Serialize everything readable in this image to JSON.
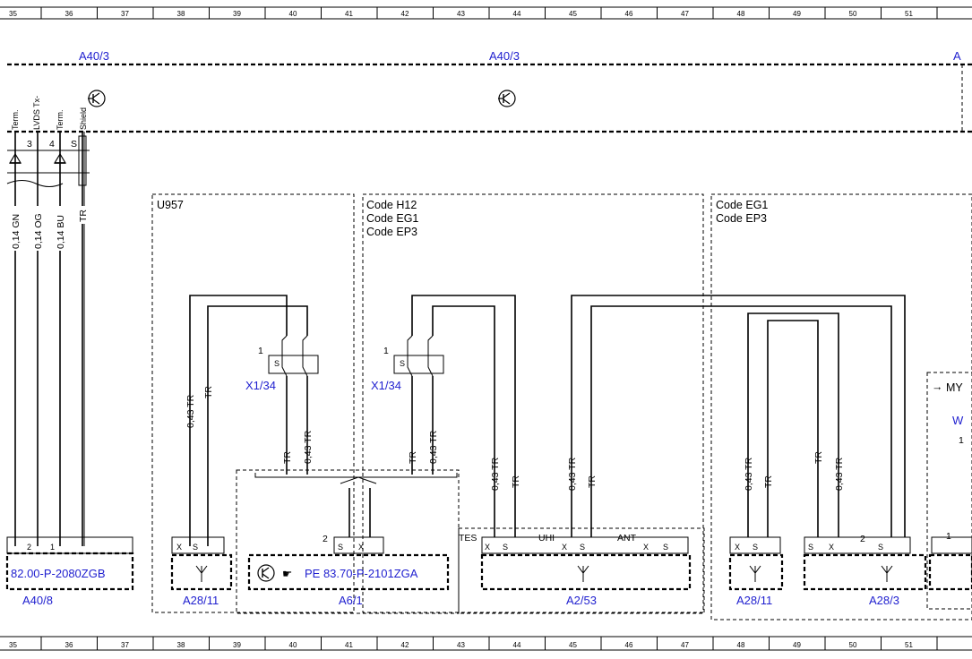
{
  "ruler": {
    "columns": [
      "35",
      "36",
      "37",
      "38",
      "39",
      "40",
      "41",
      "42",
      "43",
      "44",
      "45",
      "46",
      "47",
      "48",
      "49",
      "50",
      "51"
    ]
  },
  "modules": {
    "top_left": "A40/3",
    "top_middle": "A40/3",
    "top_right_partial": "A"
  },
  "a40_3_pins": {
    "labels": [
      "Term.",
      "LVDS Tx-",
      "Term.",
      "Shield"
    ],
    "numbers": [
      "3",
      "4",
      "S"
    ]
  },
  "left_wires": [
    "0,14 GN",
    "0,14 OG",
    "0,14 BU",
    "TR"
  ],
  "codes": {
    "u957": "U957",
    "middle": [
      "Code H12",
      "Code EG1",
      "Code EP3"
    ],
    "right": [
      "Code EG1",
      "Code EP3"
    ],
    "far_right": "MY",
    "far_right_w": "W",
    "far_right_num": "1"
  },
  "connectors": {
    "x1_34_left": "X1/34",
    "x1_34_right": "X1/34",
    "pin_1": "1",
    "pin_s": "S"
  },
  "wire_labels": {
    "a": "0,43 TR",
    "b": "TR"
  },
  "pin_labels": {
    "tes": "TES",
    "uhi": "UHI",
    "ant": "ANT",
    "x": "X",
    "s": "S",
    "two": "2",
    "one": "1"
  },
  "components": {
    "a40_8_ref": "82.00-P-2080ZGB",
    "a40_8": "A40/8",
    "a28_11_left": "A28/11",
    "a6_1_ref": "PE 83.70-P-2101ZGA",
    "a6_1": "A6/1",
    "a2_53": "A2/53",
    "a28_11_right": "A28/11",
    "a28_3": "A28/3"
  },
  "icons": [
    "transistor-icon",
    "pointing-hand-icon"
  ]
}
